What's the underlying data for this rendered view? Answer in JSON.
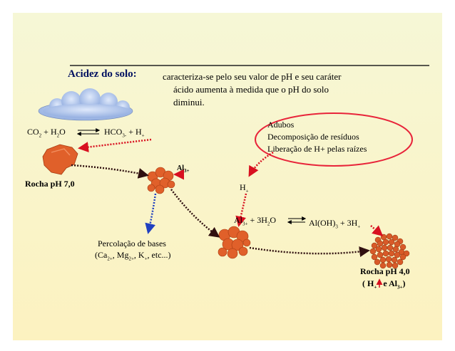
{
  "title": {
    "label": "Acidez do solo:",
    "line1": "caracteriza-se pelo seu valor de pH e seu caráter",
    "line2": "ácido aumenta à medida que o pH do solo",
    "line3": "diminui."
  },
  "left_equation": {
    "co": "CO",
    "co_sub": "2",
    "plus_h2o": " + H",
    "h2o_sub": "2",
    "o": "O",
    "hco": "HCO",
    "hco_sub": "3-",
    "plus_h": " + H",
    "h_sup": "+"
  },
  "rock_left": "Rocha pH 7,0",
  "al_badge": {
    "al": "Al",
    "sup": "3+"
  },
  "h_plus": {
    "h": "H",
    "sup": "+"
  },
  "sources": {
    "item1": "Adubos",
    "item2": "Decomposição de resíduos",
    "item3": "Liberação de H+ pelas raízes"
  },
  "right_equation": {
    "al": "Al",
    "al_sup": "3+",
    "plus": " + 3H",
    "h2o_sub": "2",
    "o": "O",
    "aloh": "Al(OH)",
    "aloh_sub": "3",
    "plus_h": " + 3H",
    "h_sup": "+"
  },
  "leaching": {
    "line1": "Percolação de bases",
    "open": "(Ca",
    "ca_sup": "2+",
    "mg": ", Mg",
    "mg_sup": "2+",
    "k": ", K",
    "k_sup": "+",
    "etc": ", etc...)"
  },
  "rock_right": {
    "label": "Rocha pH 4,0",
    "open": "( H",
    "h_sup": "+",
    "mid": " e  Al",
    "al_sup": "3+",
    "close": ")"
  },
  "colors": {
    "background_top": "#f7f7d0",
    "background_bottom": "#fbf3c4",
    "rock": "#e0602a",
    "cloud": "#a8c0e6",
    "ellipse": "#e8243a",
    "red_arrow": "#d81020",
    "blue_arrow": "#2040c0",
    "dark_arrow": "#301010"
  }
}
